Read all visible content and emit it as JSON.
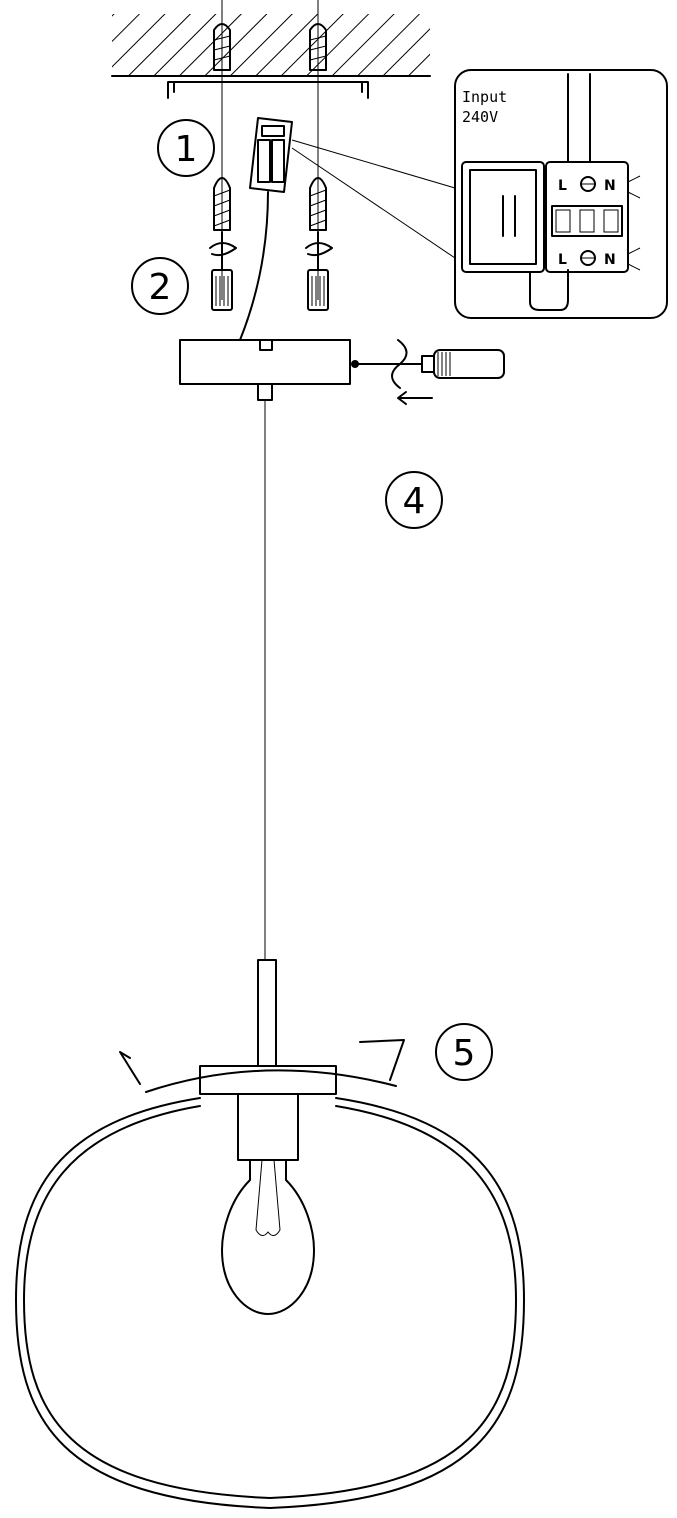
{
  "steps": {
    "step1": "1",
    "step2": "2",
    "step4": "4",
    "step5": "5"
  },
  "inset": {
    "line1": "Input",
    "line2": "240V",
    "terminals_top": [
      "L",
      "N"
    ],
    "terminals_bottom": [
      "L",
      "N"
    ]
  },
  "colors": {
    "line": "#000000",
    "background": "#ffffff"
  },
  "icons": [
    "ceiling-hatch-icon",
    "wall-plug-icon",
    "screw-icon",
    "screwdriver-icon",
    "terminal-block-icon",
    "light-bulb-icon",
    "rotation-arrow-icon"
  ]
}
